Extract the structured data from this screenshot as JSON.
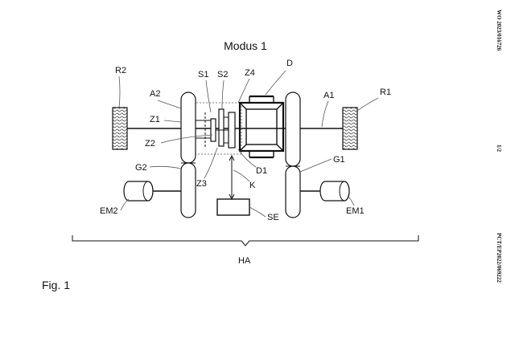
{
  "title": "Modus 1",
  "figure_label": "Fig. 1",
  "side_texts": {
    "top": "WO 2023/016726",
    "middle": "1/2",
    "bottom": "PCT/EP2022/069222"
  },
  "labels": {
    "R2": "R2",
    "A2": "A2",
    "S1": "S1",
    "S2": "S2",
    "Z4": "Z4",
    "D": "D",
    "A1": "A1",
    "R1": "R1",
    "Z1": "Z1",
    "Z2": "Z2",
    "Z3": "Z3",
    "D1": "D1",
    "K": "K",
    "G1": "G1",
    "G2": "G2",
    "EM1": "EM1",
    "EM2": "EM2",
    "SE": "SE",
    "HA": "HA"
  }
}
